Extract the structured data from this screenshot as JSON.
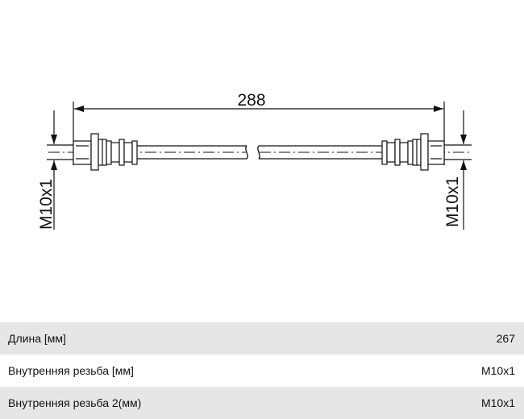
{
  "diagram": {
    "length_dimension": "288",
    "left_thread_label": "M10x1",
    "right_thread_label": "M10x1"
  },
  "specs": [
    {
      "label": "Длина [мм]",
      "value": "267"
    },
    {
      "label": "Внутренняя резьба [мм]",
      "value": "M10x1"
    },
    {
      "label": "Внутренняя резьба 2(мм)",
      "value": "M10x1"
    }
  ]
}
